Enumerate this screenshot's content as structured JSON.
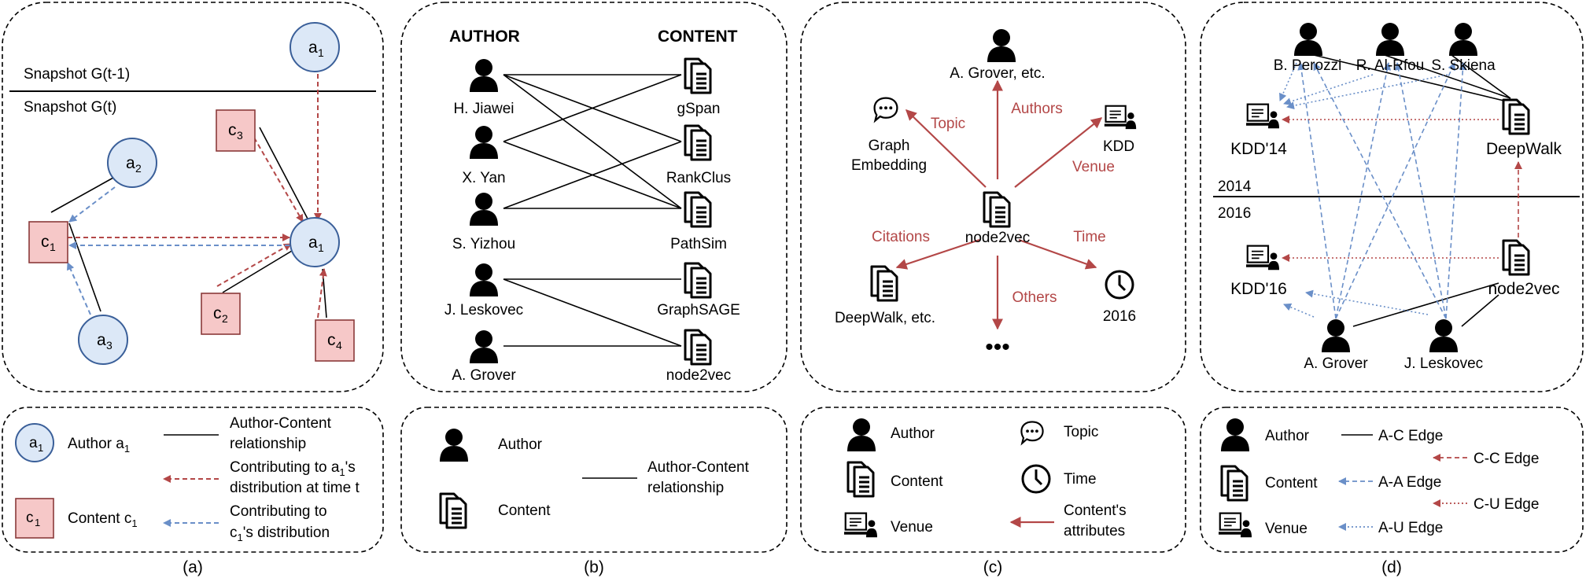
{
  "panel_a": {
    "snapshot_prev": "Snapshot G(t-1)",
    "snapshot_curr": "Snapshot G(t)",
    "author_letter": "a",
    "content_letter": "c",
    "sub_1": "1",
    "sub_2": "2",
    "sub_3": "3",
    "sub_4": "4"
  },
  "panel_b": {
    "header_author": "AUTHOR",
    "header_content": "CONTENT",
    "authors": [
      "H. Jiawei",
      "X. Yan",
      "S. Yizhou",
      "J. Leskovec",
      "A. Grover"
    ],
    "contents": [
      "gSpan",
      "RankClus",
      "PathSim",
      "GraphSAGE",
      "node2vec"
    ]
  },
  "panel_c": {
    "center": "node2vec",
    "authors_node": "A. Grover, etc.",
    "topic_node_1": "Graph",
    "topic_node_2": "Embedding",
    "venue_node": "KDD",
    "citations_node": "DeepWalk, etc.",
    "time_node": "2016",
    "others_node": "•••",
    "edge_authors": "Authors",
    "edge_topic": "Topic",
    "edge_venue": "Venue",
    "edge_citations": "Citations",
    "edge_time": "Time",
    "edge_others": "Others"
  },
  "panel_d": {
    "author_perozzi": "B. Perozzi",
    "author_alrfou": "R. Al-Rfou",
    "author_skiena": "S. Skiena",
    "venue_kdd14": "KDD'14",
    "paper_deepwalk": "DeepWalk",
    "year_2014": "2014",
    "year_2016": "2016",
    "venue_kdd16": "KDD'16",
    "paper_node2vec": "node2vec",
    "author_grover": "A. Grover",
    "author_leskovec": "J. Leskovec"
  },
  "legend_a": {
    "author_prefix": "Author a",
    "content_prefix": "Content c",
    "sub": "1",
    "rel_line1": "Author-Content",
    "rel_line2": "relationship",
    "red_line1a": "Contributing to a",
    "red_line1b": "'s",
    "red_line2": "distribution at time t",
    "blue_line1": "Contributing to",
    "blue_line2a": "c",
    "blue_line2b": "'s distribution"
  },
  "legend_b": {
    "author": "Author",
    "content": "Content",
    "rel_line1": "Author-Content",
    "rel_line2": "relationship"
  },
  "legend_c": {
    "author": "Author",
    "content": "Content",
    "venue": "Venue",
    "topic": "Topic",
    "time": "Time",
    "attr_line1": "Content's",
    "attr_line2": "attributes"
  },
  "legend_d": {
    "author": "Author",
    "content": "Content",
    "venue": "Venue",
    "ac": "A-C Edge",
    "aa": "A-A Edge",
    "au": "A-U Edge",
    "cc": "C-C Edge",
    "cu": "C-U Edge"
  },
  "captions": [
    "(a)",
    "(b)",
    "(c)",
    "(d)"
  ],
  "colors": {
    "red": "#b34747",
    "blue": "#6a8fc8",
    "author_fill": "#dce8f7",
    "author_stroke": "#3a5f99",
    "content_fill": "#f6c8c8",
    "content_stroke": "#8a3a3a"
  }
}
